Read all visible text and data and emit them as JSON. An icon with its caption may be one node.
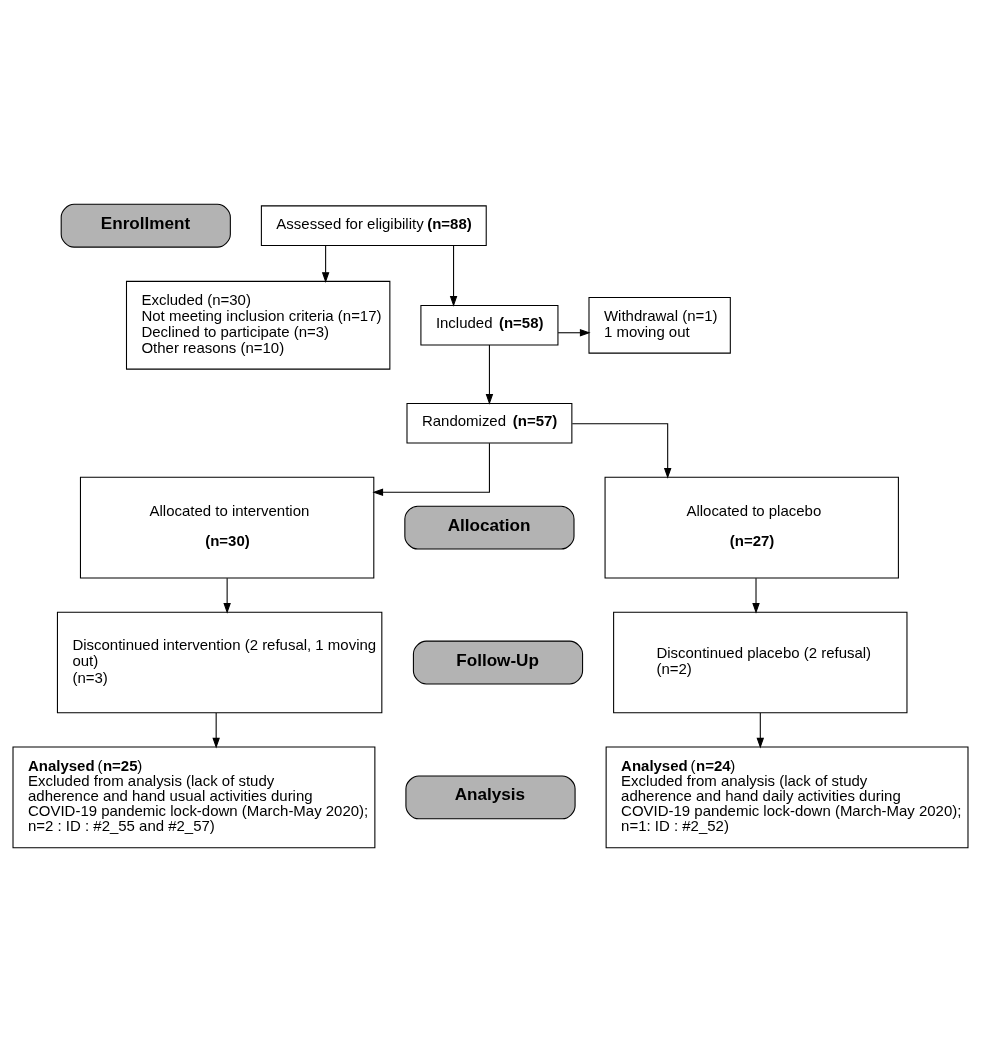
{
  "diagram": {
    "nodes": [
      {
        "text": [
          "Enrollment"
        ]
      },
      {
        "text": [
          "Assessed for eligibility **(n=88)**"
        ]
      },
      {
        "text": [
          "Excluded (n=30)",
          "Not meeting inclusion criteria (n=17)",
          "Declined to participate (n=3)",
          "Other reasons (n=10)"
        ]
      },
      {
        "text": [
          "Included **(n=58)**"
        ]
      },
      {
        "text": [
          "Withdrawal (n=1)",
          "1 moving out"
        ]
      },
      {
        "text": [
          "Randomized **(n=57)**"
        ]
      },
      {
        "text": [
          "Allocation"
        ]
      },
      {
        "text": [
          "Allocated to intervention",
          "**(n=30)**"
        ]
      },
      {
        "text": [
          "Allocated to placebo",
          "**(n=27)**"
        ]
      },
      {
        "text": [
          "Follow-Up"
        ]
      },
      {
        "text": [
          "Discontinued intervention (2 refusal, 1 moving out)",
          "(n=3)"
        ]
      },
      {
        "text": [
          "Discontinued placebo (2 refusal)",
          "(n=2)"
        ]
      },
      {
        "text": [
          "Analysis"
        ]
      },
      {
        "text": [
          "**Analysed** (**n=25**)",
          "Excluded from analysis (lack of study adherence and hand usual activities during COVID-19 pandemic lock-down (March-May 2020); n=2 : ID : #2_55 and #2_57)"
        ]
      },
      {
        "text": [
          "**Analysed** (**n=24**)",
          "Excluded from analysis (lack of study adherence and hand daily activities during COVID-19 pandemic lock-down (March-May 2020); n=1: ID : #2_52)"
        ]
      }
    ],
    "edges": [
      {
        "from": 1,
        "to": 2,
        "arrow": "to"
      },
      {
        "from": 1,
        "to": 3,
        "arrow": "to"
      },
      {
        "from": 3,
        "to": 4,
        "arrow": "to"
      },
      {
        "from": 3,
        "to": 5,
        "arrow": "to"
      },
      {
        "from": 5,
        "to": 7,
        "arrow": "to"
      },
      {
        "from": 5,
        "to": 8,
        "arrow": "to"
      },
      {
        "from": 7,
        "to": 10,
        "arrow": "to"
      },
      {
        "from": 8,
        "to": 11,
        "arrow": "to"
      },
      {
        "from": 10,
        "to": 13,
        "arrow": "to"
      },
      {
        "from": 11,
        "to": 14,
        "arrow": "to"
      }
    ]
  }
}
